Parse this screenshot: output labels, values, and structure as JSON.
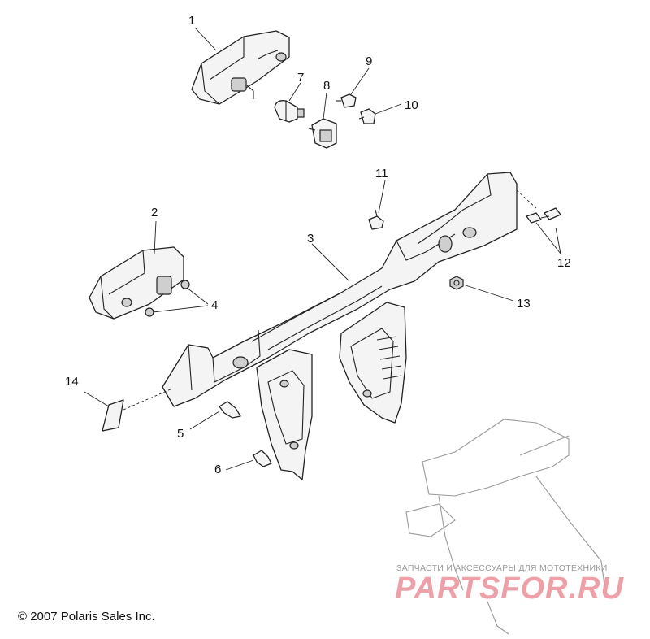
{
  "callouts": [
    {
      "id": "1",
      "label": "1"
    },
    {
      "id": "2",
      "label": "2"
    },
    {
      "id": "3",
      "label": "3"
    },
    {
      "id": "4",
      "label": "4"
    },
    {
      "id": "5",
      "label": "5"
    },
    {
      "id": "6",
      "label": "6"
    },
    {
      "id": "7",
      "label": "7"
    },
    {
      "id": "8",
      "label": "8"
    },
    {
      "id": "9",
      "label": "9"
    },
    {
      "id": "10",
      "label": "10"
    },
    {
      "id": "11",
      "label": "11"
    },
    {
      "id": "12",
      "label": "12"
    },
    {
      "id": "13",
      "label": "13"
    },
    {
      "id": "14",
      "label": "14"
    }
  ],
  "copyright": "© 2007 Polaris Sales Inc.",
  "watermark": {
    "tagline": "ЗАПЧАСТИ И АКСЕССУАРЫ ДЛЯ МОТОТЕХНИКИ",
    "brand": "PARTSFOR.RU",
    "brand_color": "#e05260"
  }
}
